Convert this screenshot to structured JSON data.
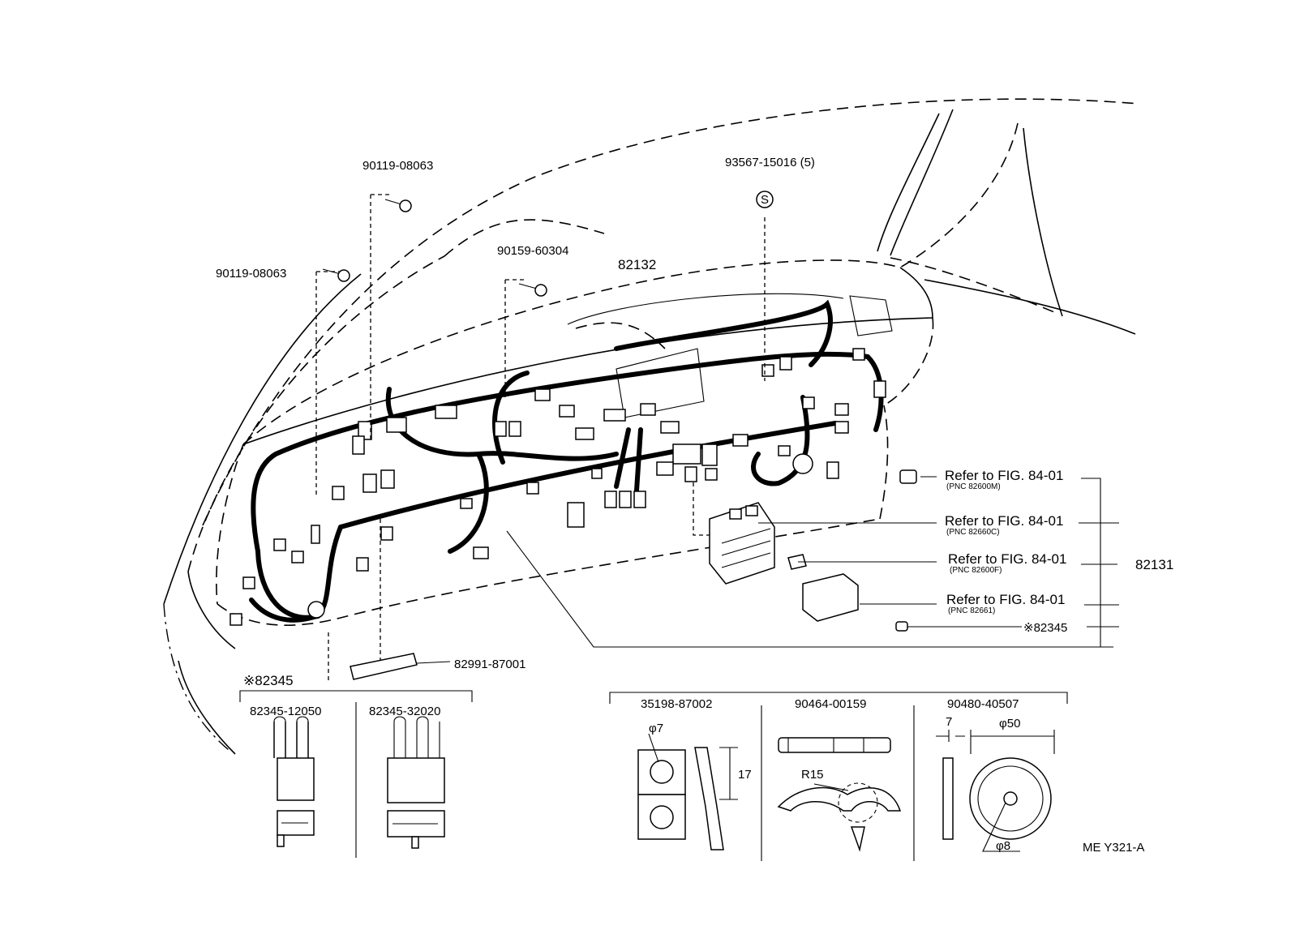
{
  "labels": {
    "bolt_top": "90119-08063",
    "bolt_left": "90119-08063",
    "screw": "90159-60304",
    "harness_main": "82132",
    "clamp_top": "93567-15016 (5)",
    "s_mark": "S",
    "protector": "82991-87001",
    "assy": "82131",
    "diode_group": "※82345",
    "diode_ref": "※82345",
    "diode_1": "82345-12050",
    "diode_2": "82345-32020",
    "part_a": "35198-87002",
    "part_b": "90464-00159",
    "part_c": "90480-40507",
    "dim_phi7": "φ7",
    "dim_17": "17",
    "dim_r15": "R15",
    "dim_7": "7",
    "dim_phi50": "φ50",
    "dim_phi8": "φ8",
    "fig_code": "ME Y321-A"
  },
  "refs": [
    {
      "text": "Refer to FIG. 84-01",
      "pnc": "(PNC 82600M)"
    },
    {
      "text": "Refer to FIG. 84-01",
      "pnc": "(PNC 82660C)"
    },
    {
      "text": "Refer to FIG. 84-01",
      "pnc": "(PNC 82600F)"
    },
    {
      "text": "Refer to FIG. 84-01",
      "pnc": "(PNC 82661)"
    }
  ]
}
